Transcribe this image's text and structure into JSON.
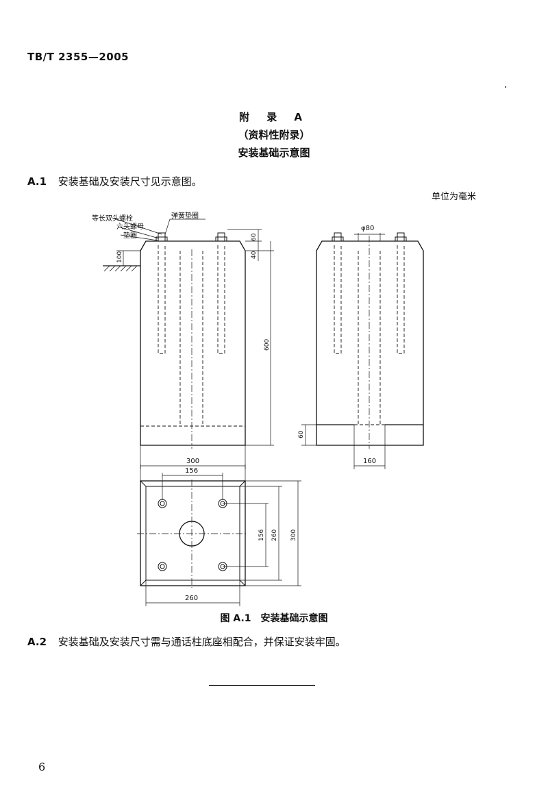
{
  "header": {
    "standard_code": "TB/T 2355—2005"
  },
  "appendix": {
    "title": "附 录 A",
    "type": "（资料性附录）",
    "subtitle": "安装基础示意图"
  },
  "sections": [
    {
      "num": "A.1",
      "text": "安装基础及安装尺寸见示意图。"
    },
    {
      "num": "A.2",
      "text": "安装基础及安装尺寸需与通话柱底座相配合，并保证安装牢固。"
    }
  ],
  "figure": {
    "unit_note": "单位为毫米",
    "caption": "图 A.1　安装基础示意图",
    "part_labels": {
      "stud_bolt": "等长双头螺栓",
      "spring_washer": "弹簧垫圈",
      "hex_nut": "六头螺母",
      "washer": "垫圈"
    },
    "dimensions": {
      "front_top_bolt": "60",
      "front_top_recess": "40",
      "front_height": "600",
      "above_ground": "100",
      "front_width": "300",
      "side_hole_dia": "φ80",
      "side_bottom_height": "60",
      "side_bottom_width": "160",
      "plan_bolt_spacing_x": "156",
      "plan_width": "300",
      "plan_bolt_spacing_y": "156",
      "plan_inner_height": "260",
      "plan_height": "300",
      "plan_inner_width": "260"
    }
  },
  "page": {
    "number": "6"
  }
}
